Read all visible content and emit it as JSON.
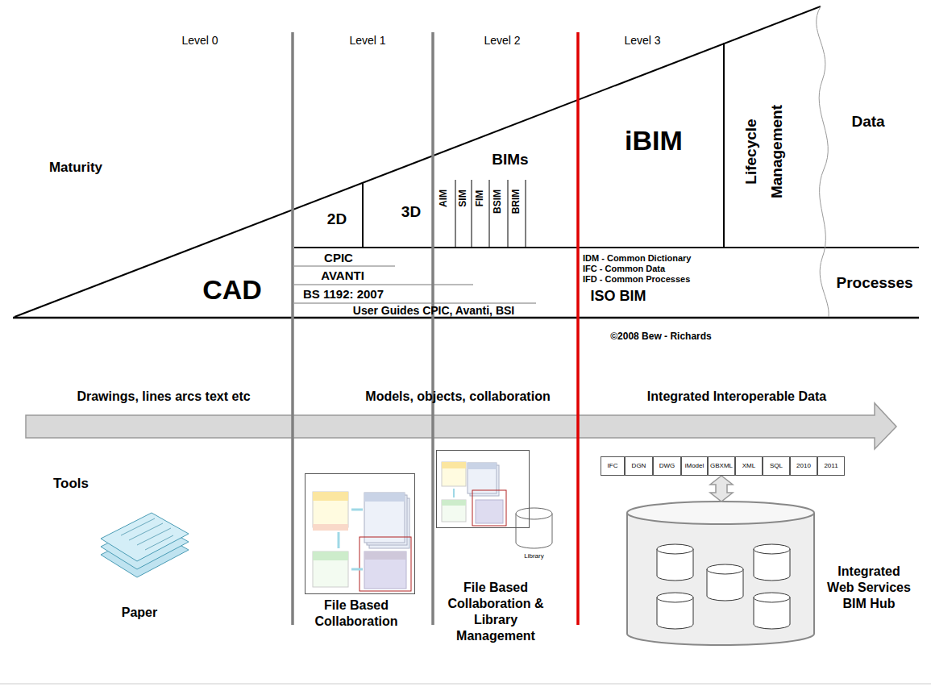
{
  "diagram": {
    "nodes": [
      {
        "text": [
          "Paper"
        ]
      },
      {
        "text": [
          "File Based Collaboration"
        ]
      },
      {
        "text": [
          "File Based Collaboration & Library Management"
        ]
      },
      {
        "text": [
          "Library"
        ]
      },
      {
        "text": [
          "IFC"
        ]
      },
      {
        "text": [
          "DGN"
        ]
      },
      {
        "text": [
          "DWG"
        ]
      },
      {
        "text": [
          "iModel"
        ]
      },
      {
        "text": [
          "GBXML"
        ]
      },
      {
        "text": [
          "XML"
        ]
      },
      {
        "text": [
          "SQL"
        ]
      },
      {
        "text": [
          "2010"
        ]
      },
      {
        "text": [
          "2011"
        ]
      },
      {
        "text": [
          "Integrated Web Services BIM Hub"
        ]
      }
    ],
    "edges": [
      {
        "from": 8,
        "to": 13,
        "arrow": "both"
      }
    ],
    "labels": [
      "Level 0",
      "Level 1",
      "Level 2",
      "Level 3",
      "Maturity",
      "CAD",
      "2D",
      "3D",
      "BIMs",
      "AIM",
      "SIM",
      "FIM",
      "BSIM",
      "BRIM",
      "iBIM",
      "Lifecycle Management",
      "Data",
      "Processes",
      "CPIC",
      "AVANTI",
      "BS 1192: 2007",
      "User Guides CPIC, Avanti, BSI",
      "IDM - Common Dictionary",
      "IFC - Common Data",
      "IFD - Common Processes",
      "ISO BIM",
      "©2008 Bew - Richards",
      "Drawings, lines arcs text etc",
      "Models, objects, collaboration",
      "Integrated Interoperable Data",
      "Tools"
    ]
  }
}
